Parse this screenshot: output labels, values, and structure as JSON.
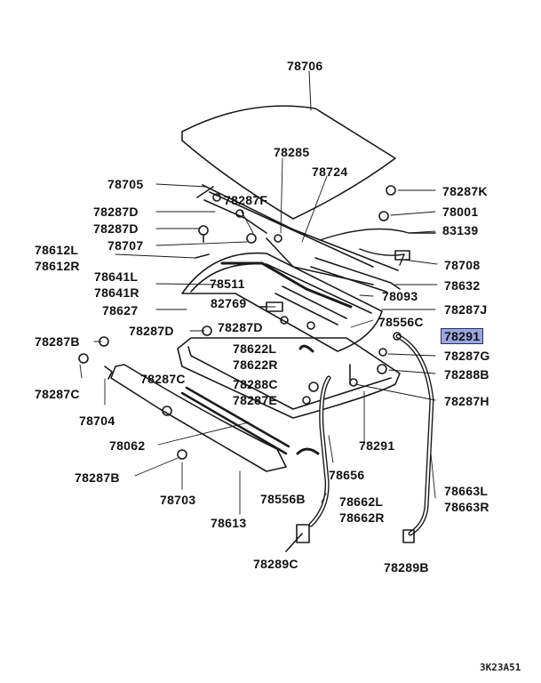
{
  "parts": {
    "p78706": "78706",
    "p78285": "78285",
    "p78724": "78724",
    "p78705": "78705",
    "p78287F": "78287F",
    "p78287K": "78287K",
    "p78287D_a": "78287D",
    "p78001": "78001",
    "p78287D_b": "78287D",
    "p83139": "83139",
    "p78612L": "78612L",
    "p78707": "78707",
    "p78612R": "78612R",
    "p78708": "78708",
    "p78641L": "78641L",
    "p78511": "78511",
    "p78632": "78632",
    "p78641R": "78641R",
    "p78093": "78093",
    "p78627": "78627",
    "p82769": "82769",
    "p78287J": "78287J",
    "p78287D_c": "78287D",
    "p78287D_d": "78287D",
    "p78556C": "78556C",
    "p78287B_a": "78287B",
    "p78622L": "78622L",
    "p78291_sel": "78291",
    "p78622R": "78622R",
    "p78287G": "78287G",
    "p78287C_a": "78287C",
    "p78288B": "78288B",
    "p78288C": "78288C",
    "p78287C_b": "78287C",
    "p78287E": "78287E",
    "p78287H": "78287H",
    "p78704": "78704",
    "p78062": "78062",
    "p78291": "78291",
    "p78656": "78656",
    "p78287B_b": "78287B",
    "p78663L": "78663L",
    "p78556B": "78556B",
    "p78662L": "78662L",
    "p78703": "78703",
    "p78663R": "78663R",
    "p78662R": "78662R",
    "p78613": "78613",
    "p78289C": "78289C",
    "p78289B": "78289B"
  },
  "diagram_code": "3K23A51",
  "colors": {
    "line": "#1a1a1a",
    "highlight": "#9aa7e0"
  }
}
